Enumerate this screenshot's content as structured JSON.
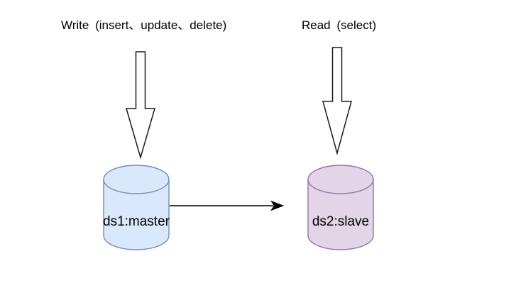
{
  "canvas": {
    "background": "#ffffff"
  },
  "labels": {
    "write": "Write (insert、update、delete)",
    "read": "Read (select)"
  },
  "nodes": {
    "master": {
      "shape": "database-cylinder",
      "label": "ds1:master",
      "fill": "#dae8fc",
      "stroke": "#6c8ebf"
    },
    "slave": {
      "shape": "database-cylinder",
      "label": "ds2:slave",
      "fill": "#e1d5e7",
      "stroke": "#9673a6"
    }
  },
  "arrows": {
    "write_flow": {
      "type": "block-arrow-down",
      "fill": "#ffffff",
      "stroke": "#1a1a1a"
    },
    "read_flow": {
      "type": "block-arrow-down",
      "fill": "#ffffff",
      "stroke": "#1a1a1a"
    },
    "replication": {
      "type": "line-arrow-right",
      "from": "ds1:master",
      "to": "ds2:slave",
      "color": "#000000"
    }
  }
}
